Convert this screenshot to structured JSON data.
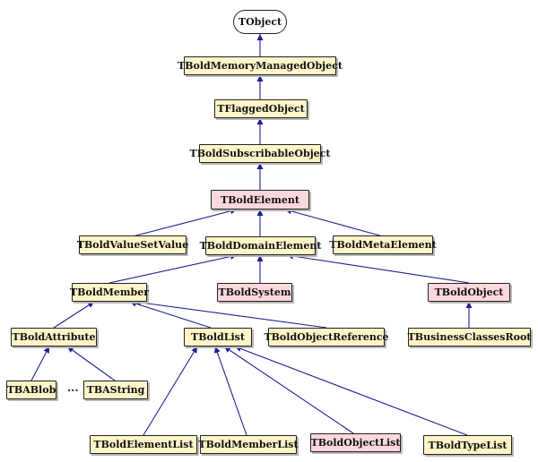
{
  "nodes": {
    "tobject": "TObject",
    "mem": "TBoldMemoryManagedObject",
    "flagged": "TFlaggedObject",
    "subscr": "TBoldSubscribableObject",
    "element": "TBoldElement",
    "valueset": "TBoldValueSetValue",
    "domain": "TBoldDomainElement",
    "meta": "TBoldMetaElement",
    "member": "TBoldMember",
    "system": "TBoldSystem",
    "object": "TBoldObject",
    "attribute": "TBoldAttribute",
    "list": "TBoldList",
    "objref": "TBoldObjectReference",
    "bcroot": "TBusinessClassesRoot",
    "blob": "TBABlob",
    "string": "TBAString",
    "ellist": "TBoldElementList",
    "memlist": "TBoldMemberList",
    "objlist": "TBoldObjectList",
    "typelist": "TBoldTypeList"
  },
  "ellipsis": "...",
  "colors": {
    "class_fill": "#fff5c8",
    "highlight_fill": "#fcd8de",
    "arrow": "#1e1e96"
  }
}
